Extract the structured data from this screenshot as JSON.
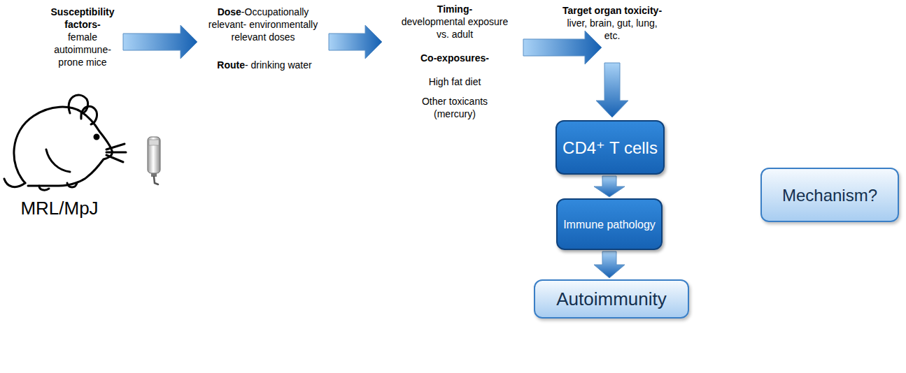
{
  "diagram": {
    "nodes": [
      {
        "text": [
          "CD4⁺ T cells"
        ]
      },
      {
        "text": [
          "Immune pathology"
        ]
      },
      {
        "text": [
          "Autoimmunity"
        ]
      },
      {
        "text": [
          "Mechanism?"
        ]
      }
    ],
    "edges": [
      {
        "from": 0,
        "to": 1,
        "arrow": "to"
      },
      {
        "from": 1,
        "to": 2,
        "arrow": "to"
      }
    ],
    "labels": [
      "Susceptibility factors-",
      "female autoimmune-prone mice",
      "MRL/MpJ",
      "Dose",
      "-Occupationally relevant- environmentally relevant doses",
      "Route",
      "- drinking water",
      "Timing-",
      "developmental exposure vs. adult",
      "Co-exposures-",
      "High fat diet",
      "Other toxicants (mercury)",
      "Target organ toxicity-",
      "liver, brain, gut, lung, etc."
    ]
  }
}
